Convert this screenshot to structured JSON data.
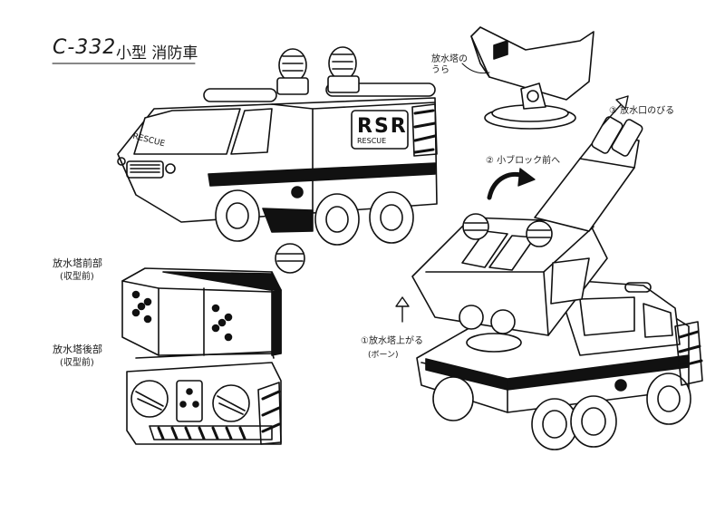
{
  "sheet": {
    "code": "C-332",
    "name": "小型 消防車"
  },
  "labels": {
    "side_front": "放水塔前部",
    "side_front_sub": "(収型前)",
    "side_back": "放水塔後部",
    "side_back_sub": "(収型前)",
    "tower_back_note": "放水塔の\nうら",
    "step1": "①放水塔上がる",
    "step1_sub": "(ボーン)",
    "step2": "② 小ブロック前へ",
    "step3": "③ 放水口のびる"
  },
  "logos": {
    "truck_side": "RSR",
    "truck_side_sub": "RESCUE",
    "cab_side": "RESCUE"
  },
  "colors": {
    "ink": "#111111",
    "paper": "#ffffff"
  }
}
